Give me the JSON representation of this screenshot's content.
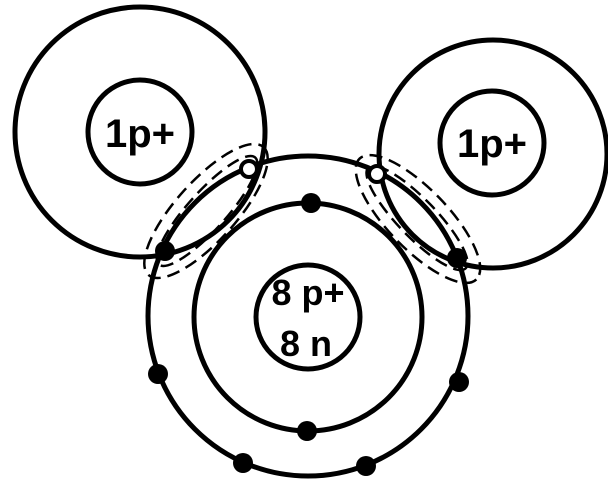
{
  "hydrogen_atoms": [
    {
      "nucleus_label": "1p+"
    },
    {
      "nucleus_label": "1p+"
    }
  ],
  "oxygen_atom": {
    "nucleus_lines": [
      "8 p+",
      "8 n"
    ],
    "inner_shell_electrons": 2,
    "outer_shell_electrons": 8
  },
  "colors": {
    "line": "#000000",
    "background": "#ffffff"
  }
}
